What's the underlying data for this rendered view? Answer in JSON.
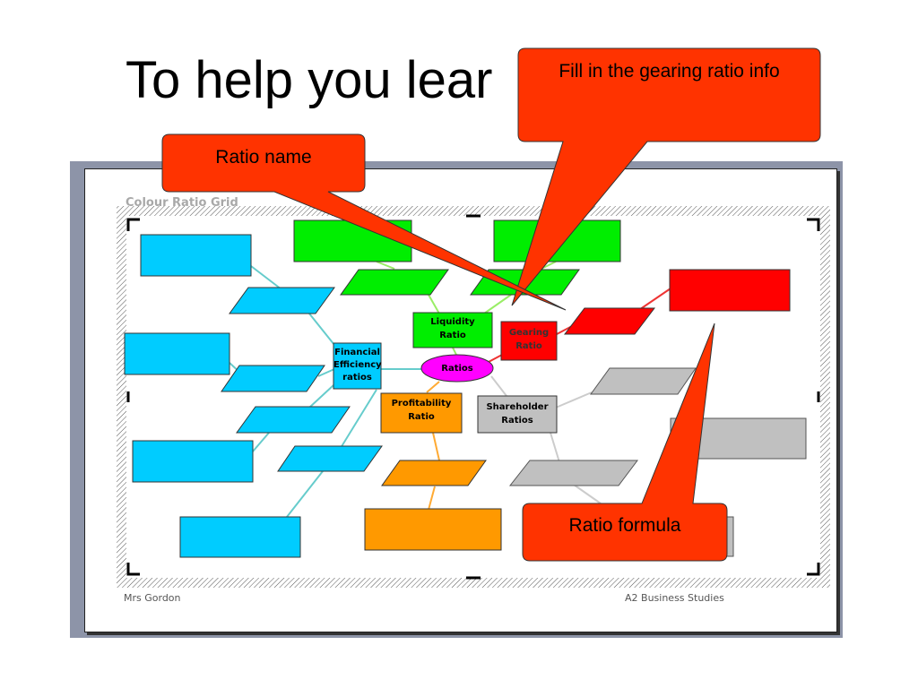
{
  "slide": {
    "title": "To help you lear"
  },
  "worksheet": {
    "grid_title": "Colour Ratio Grid",
    "footer_left": "Mrs Gordon",
    "footer_right": "A2 Business Studies",
    "nodes": {
      "center": "Ratios",
      "liquidity": [
        "Liquidity",
        "Ratio"
      ],
      "gearing": [
        "Gearing",
        "Ratio"
      ],
      "financial_efficiency": [
        "Financial",
        "Efficiency",
        "ratios"
      ],
      "profitability": [
        "Profitability",
        "Ratio"
      ],
      "shareholder": [
        "Shareholder",
        "Ratios"
      ]
    }
  },
  "callouts": {
    "gearing_info": "Fill in the gearing ratio info",
    "ratio_name": "Ratio name",
    "ratio_formula": "Ratio formula"
  },
  "colors": {
    "blue": "#00ccff",
    "green": "#00ee00",
    "red": "#ff0000",
    "orange": "#ff9900",
    "grey": "#c0c0c0",
    "magenta": "#ff00ff",
    "callout": "#ff3300"
  }
}
